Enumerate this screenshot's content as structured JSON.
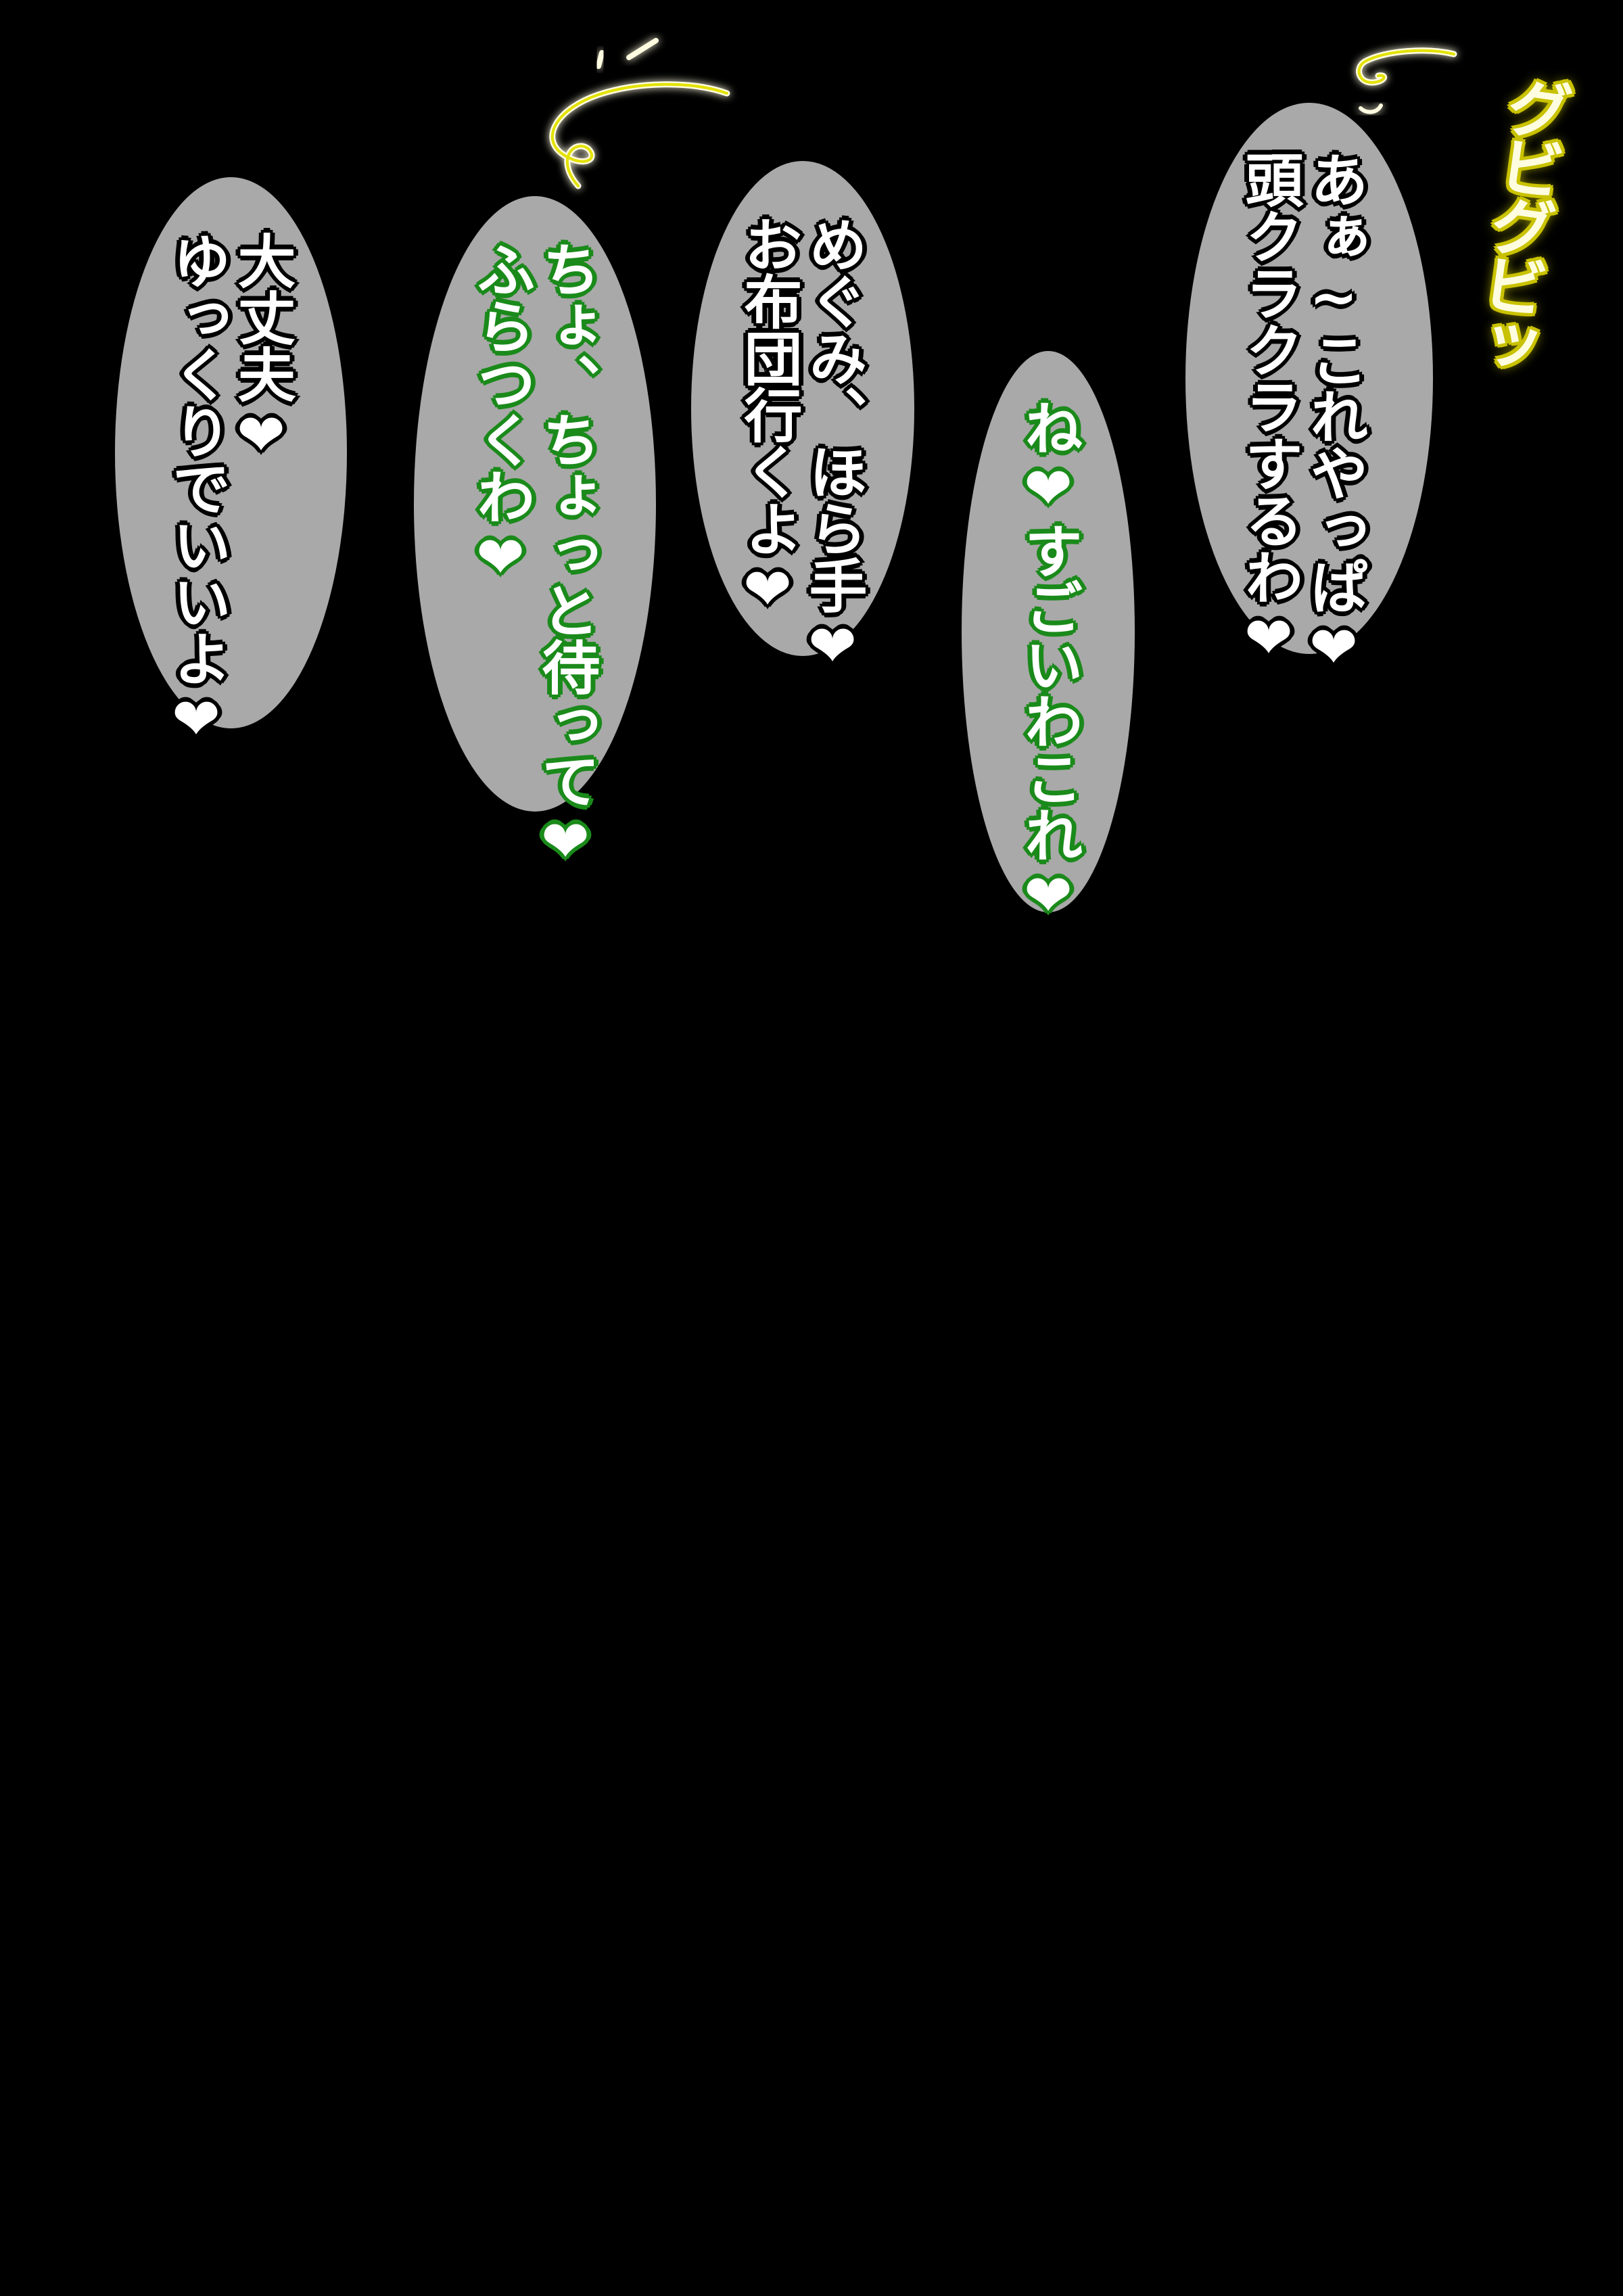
{
  "sound_effect": "グビグビッ",
  "bubbles": [
    {
      "text_style": "white",
      "lines": [
        "あぁ~これやっぱ❤",
        "頭クラクラするわ❤"
      ]
    },
    {
      "text_style": "green",
      "lines": [
        "ね❤すごいわこれ❤"
      ]
    },
    {
      "text_style": "white",
      "lines": [
        "めぐみ、ほら手❤",
        "お布団行くよ❤"
      ]
    },
    {
      "text_style": "green",
      "lines": [
        "ちょ、ちょっと待って❤",
        "ふらつくわ❤"
      ]
    },
    {
      "text_style": "white",
      "lines": [
        "大丈夫❤",
        "ゆっくりでいいよ❤"
      ]
    }
  ],
  "colors": {
    "background": "#000000",
    "bubble_fill": "#a9a9a9",
    "text_fill": "#ffffff",
    "white_text_outline": "#000000",
    "green_text_outline": "#1a8a1a",
    "sfx_glow": "#f2f000"
  },
  "icons": [
    "dizzy-swirl-icon",
    "impact-lines-icon"
  ]
}
